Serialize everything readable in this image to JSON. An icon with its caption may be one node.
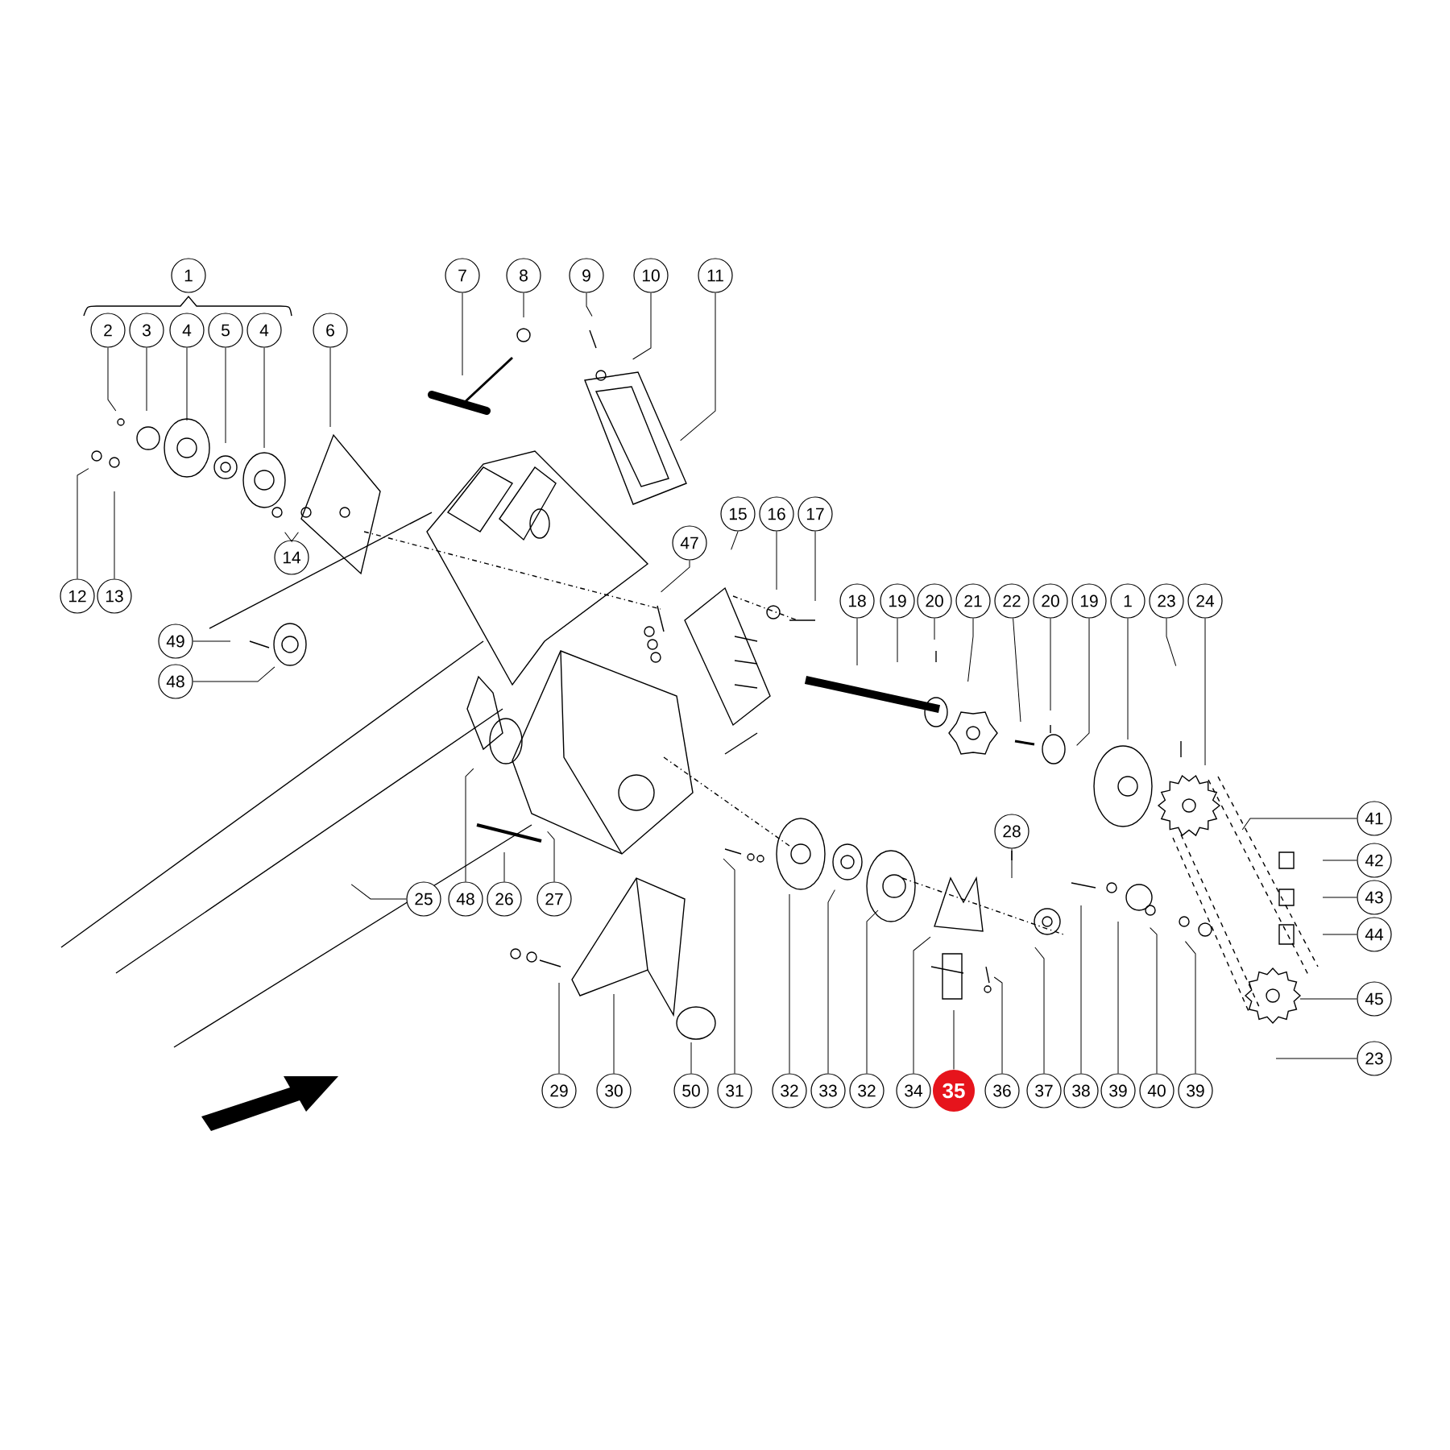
{
  "diagram": {
    "nodes": [
      {
        "text": [
          "1"
        ]
      },
      {
        "text": [
          "7"
        ]
      },
      {
        "text": [
          "8"
        ]
      },
      {
        "text": [
          "9"
        ]
      },
      {
        "text": [
          "10"
        ]
      },
      {
        "text": [
          "11"
        ]
      },
      {
        "text": [
          "2"
        ]
      },
      {
        "text": [
          "3"
        ]
      },
      {
        "text": [
          "4"
        ]
      },
      {
        "text": [
          "5"
        ]
      },
      {
        "text": [
          "4"
        ]
      },
      {
        "text": [
          "6"
        ]
      },
      {
        "text": [
          "15"
        ]
      },
      {
        "text": [
          "16"
        ]
      },
      {
        "text": [
          "17"
        ]
      },
      {
        "text": [
          "47"
        ]
      },
      {
        "text": [
          "14"
        ]
      },
      {
        "text": [
          "12"
        ]
      },
      {
        "text": [
          "13"
        ]
      },
      {
        "text": [
          "18"
        ]
      },
      {
        "text": [
          "19"
        ]
      },
      {
        "text": [
          "20"
        ]
      },
      {
        "text": [
          "21"
        ]
      },
      {
        "text": [
          "22"
        ]
      },
      {
        "text": [
          "20"
        ]
      },
      {
        "text": [
          "19"
        ]
      },
      {
        "text": [
          "1"
        ]
      },
      {
        "text": [
          "23"
        ]
      },
      {
        "text": [
          "24"
        ]
      },
      {
        "text": [
          "49"
        ]
      },
      {
        "text": [
          "48"
        ]
      },
      {
        "text": [
          "41"
        ]
      },
      {
        "text": [
          "28"
        ]
      },
      {
        "text": [
          "42"
        ]
      },
      {
        "text": [
          "43"
        ]
      },
      {
        "text": [
          "25"
        ]
      },
      {
        "text": [
          "48"
        ]
      },
      {
        "text": [
          "26"
        ]
      },
      {
        "text": [
          "27"
        ]
      },
      {
        "text": [
          "44"
        ]
      },
      {
        "text": [
          "45"
        ]
      },
      {
        "text": [
          "23"
        ]
      },
      {
        "text": [
          "29"
        ]
      },
      {
        "text": [
          "30"
        ]
      },
      {
        "text": [
          "50"
        ]
      },
      {
        "text": [
          "31"
        ]
      },
      {
        "text": [
          "32"
        ]
      },
      {
        "text": [
          "33"
        ]
      },
      {
        "text": [
          "32"
        ]
      },
      {
        "text": [
          "34"
        ]
      },
      {
        "text": [
          "35"
        ]
      },
      {
        "text": [
          "36"
        ]
      },
      {
        "text": [
          "37"
        ]
      },
      {
        "text": [
          "38"
        ]
      },
      {
        "text": [
          "39"
        ]
      },
      {
        "text": [
          "40"
        ]
      },
      {
        "text": [
          "39"
        ]
      }
    ],
    "edges": [
      {
        "from": 1,
        "to": null,
        "arrow": "none"
      },
      {
        "from": 2,
        "to": null,
        "arrow": "none"
      },
      {
        "from": 3,
        "to": null,
        "arrow": "none"
      },
      {
        "from": 4,
        "to": null,
        "arrow": "none"
      },
      {
        "from": 5,
        "to": null,
        "arrow": "none"
      },
      {
        "from": 6,
        "to": null,
        "arrow": "none"
      },
      {
        "from": 7,
        "to": null,
        "arrow": "none"
      },
      {
        "from": 8,
        "to": null,
        "arrow": "none"
      },
      {
        "from": 9,
        "to": null,
        "arrow": "none"
      },
      {
        "from": 10,
        "to": null,
        "arrow": "none"
      },
      {
        "from": 11,
        "to": null,
        "arrow": "none"
      },
      {
        "from": 12,
        "to": null,
        "arrow": "none"
      },
      {
        "from": 13,
        "to": null,
        "arrow": "none"
      },
      {
        "from": 14,
        "to": null,
        "arrow": "none"
      },
      {
        "from": 15,
        "to": null,
        "arrow": "none"
      },
      {
        "from": 16,
        "to": null,
        "arrow": "none"
      },
      {
        "from": 17,
        "to": null,
        "arrow": "none"
      },
      {
        "from": 18,
        "to": null,
        "arrow": "none"
      },
      {
        "from": 19,
        "to": null,
        "arrow": "none"
      },
      {
        "from": 20,
        "to": null,
        "arrow": "none"
      },
      {
        "from": 21,
        "to": null,
        "arrow": "none"
      },
      {
        "from": 22,
        "to": null,
        "arrow": "none"
      },
      {
        "from": 23,
        "to": null,
        "arrow": "none"
      },
      {
        "from": 24,
        "to": null,
        "arrow": "none"
      },
      {
        "from": 25,
        "to": null,
        "arrow": "none"
      },
      {
        "from": 26,
        "to": null,
        "arrow": "none"
      },
      {
        "from": 27,
        "to": null,
        "arrow": "none"
      },
      {
        "from": 28,
        "to": null,
        "arrow": "none"
      },
      {
        "from": 29,
        "to": null,
        "arrow": "none"
      },
      {
        "from": 30,
        "to": null,
        "arrow": "none"
      },
      {
        "from": 31,
        "to": null,
        "arrow": "none"
      },
      {
        "from": 32,
        "to": null,
        "arrow": "none"
      },
      {
        "from": 33,
        "to": null,
        "arrow": "none"
      },
      {
        "from": 34,
        "to": null,
        "arrow": "none"
      },
      {
        "from": 35,
        "to": null,
        "arrow": "none"
      },
      {
        "from": 36,
        "to": null,
        "arrow": "none"
      },
      {
        "from": 37,
        "to": null,
        "arrow": "none"
      },
      {
        "from": 38,
        "to": null,
        "arrow": "none"
      },
      {
        "from": 39,
        "to": null,
        "arrow": "none"
      },
      {
        "from": 40,
        "to": null,
        "arrow": "none"
      },
      {
        "from": 41,
        "to": null,
        "arrow": "none"
      },
      {
        "from": 42,
        "to": null,
        "arrow": "none"
      },
      {
        "from": 43,
        "to": null,
        "arrow": "none"
      },
      {
        "from": 44,
        "to": null,
        "arrow": "none"
      },
      {
        "from": 45,
        "to": null,
        "arrow": "none"
      },
      {
        "from": 46,
        "to": null,
        "arrow": "none"
      },
      {
        "from": 47,
        "to": null,
        "arrow": "none"
      },
      {
        "from": 48,
        "to": null,
        "arrow": "none"
      },
      {
        "from": 49,
        "to": null,
        "arrow": "none"
      },
      {
        "from": 50,
        "to": null,
        "arrow": "none"
      },
      {
        "from": 51,
        "to": null,
        "arrow": "none"
      },
      {
        "from": 52,
        "to": null,
        "arrow": "none"
      },
      {
        "from": 53,
        "to": null,
        "arrow": "none"
      },
      {
        "from": 54,
        "to": null,
        "arrow": "none"
      },
      {
        "from": 55,
        "to": null,
        "arrow": "none"
      },
      {
        "from": 56,
        "to": null,
        "arrow": "none"
      }
    ]
  }
}
